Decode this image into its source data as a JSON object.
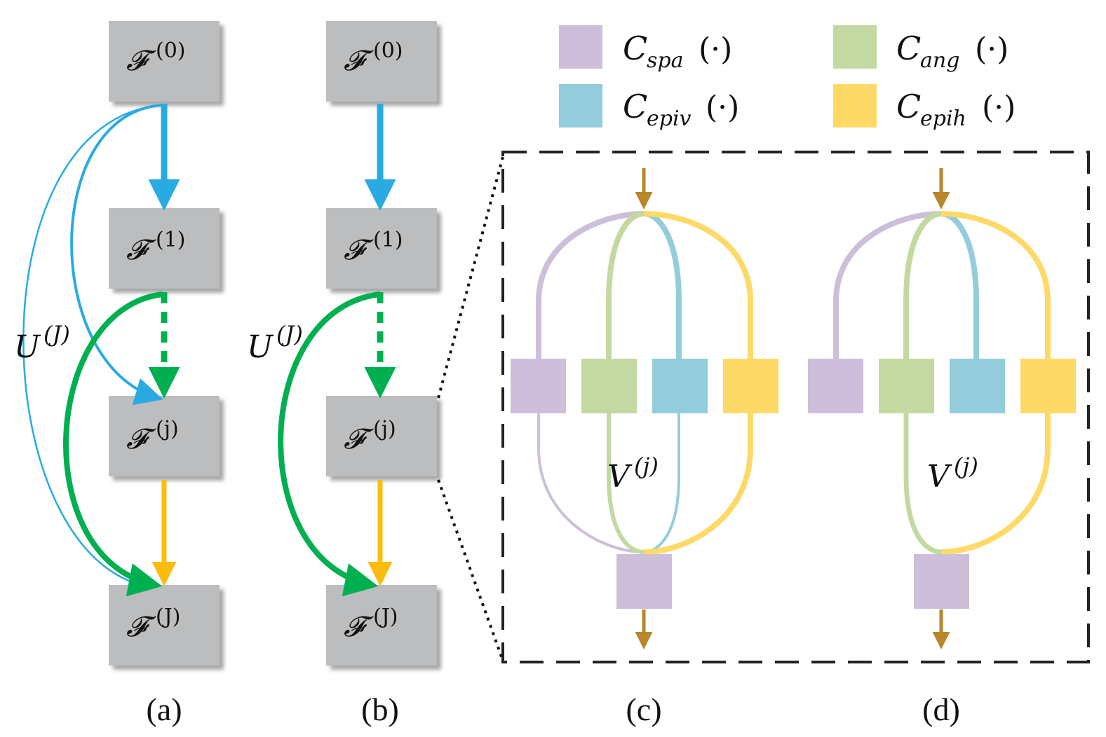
{
  "legend": [
    {
      "symbol": "C",
      "sub": "spa",
      "tail": "(·)",
      "color": "#cdbfd9"
    },
    {
      "symbol": "C",
      "sub": "ang",
      "tail": "(·)",
      "color": "#c4d9a2"
    },
    {
      "symbol": "C",
      "sub": "epiv",
      "tail": "(·)",
      "color": "#93cddb"
    },
    {
      "symbol": "C",
      "sub": "epih",
      "tail": "(·)",
      "color": "#fdd968"
    }
  ],
  "nodes": {
    "symbol": "𝓕",
    "f0": "(0)",
    "f1": "(1)",
    "fj": "(j)",
    "fJ": "(J)"
  },
  "labels": {
    "U": "U",
    "U_sup": "(J)",
    "V": "V",
    "V_sup": "(j)"
  },
  "captions": {
    "a": "(a)",
    "b": "(b)",
    "c": "(c)",
    "d": "(d)"
  },
  "colors": {
    "node_fill": "#bcbdbf",
    "blue": "#29abe2",
    "green": "#00b050",
    "orange": "#fbbb0f",
    "brown": "#b8862b",
    "spa": "#cdbfd9",
    "ang": "#c4d9a2",
    "epiv": "#93cddb",
    "epih": "#fdd968"
  }
}
